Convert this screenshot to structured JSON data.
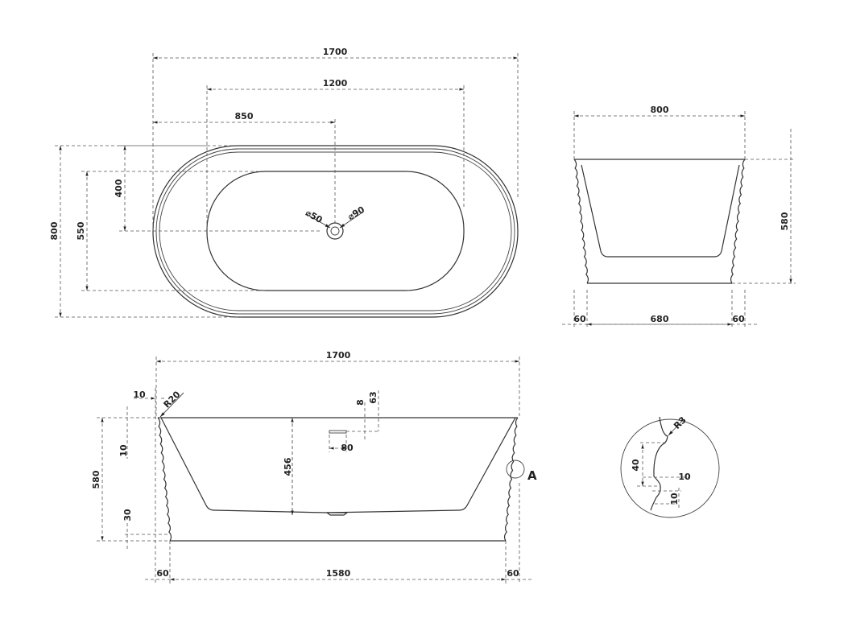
{
  "top_view": {
    "overall_length": "1700",
    "basin_length": "1200",
    "drain_offset": "850",
    "overall_width": "800",
    "basin_width": "550",
    "drain_half_width": "400",
    "drain_inner_diameter": "⌀50",
    "drain_outer_diameter": "⌀90"
  },
  "end_view": {
    "top_width": "800",
    "height": "580",
    "wall_left": "60",
    "base_width": "680",
    "wall_right": "60"
  },
  "side_view": {
    "overall_length": "1700",
    "rim_offset": "10",
    "rim_radius": "R20",
    "rim_thickness": "10",
    "bottom_offset": "30",
    "height": "580",
    "depth": "456",
    "overflow_top": "8",
    "overflow_height": "63",
    "overflow_width": "80",
    "base_length": "1580",
    "wall_left": "60",
    "wall_right": "60",
    "detail_marker": "A"
  },
  "detail_a": {
    "radius": "R3",
    "groove_height": "40",
    "groove_depth": "10",
    "step": "10"
  }
}
